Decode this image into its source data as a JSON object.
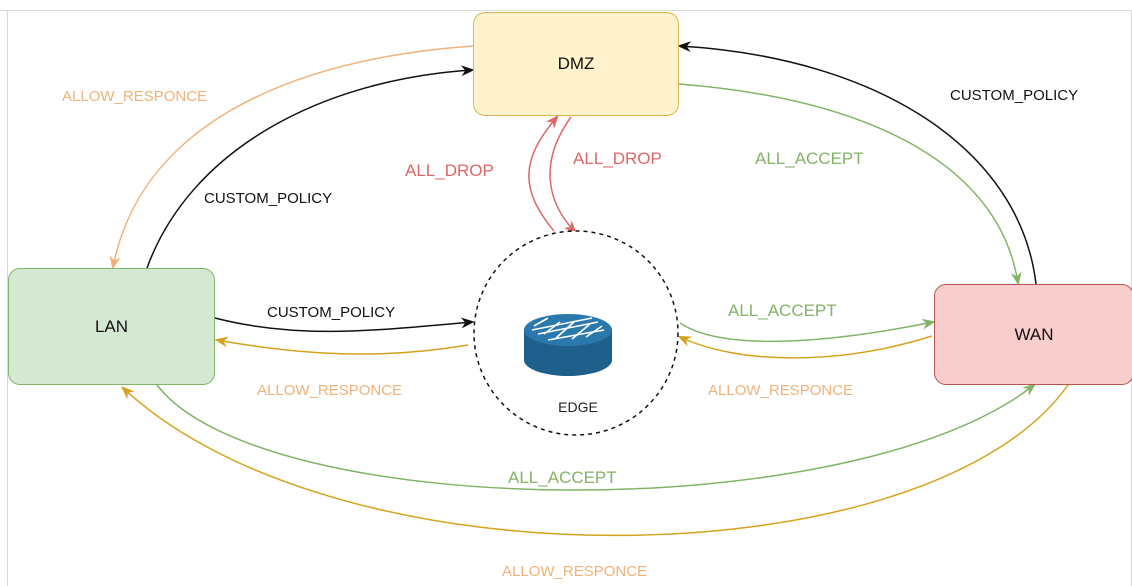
{
  "nodes": {
    "dmz": "DMZ",
    "lan": "LAN",
    "wan": "WAN",
    "edge": "EDGE"
  },
  "labels": {
    "dmz_to_lan": "ALLOW_RESPONCE",
    "lan_to_dmz": "CUSTOM_POLICY",
    "edge_to_dmz": "ALL_DROP",
    "dmz_to_edge": "ALL_DROP",
    "dmz_to_wan": "ALL_ACCEPT",
    "wan_to_dmz": "CUSTOM_POLICY",
    "lan_to_edge": "CUSTOM_POLICY",
    "edge_to_lan": "ALLOW_RESPONCE",
    "edge_to_wan": "ALL_ACCEPT",
    "wan_to_edge": "ALLOW_RESPONCE",
    "lan_to_wan": "ALL_ACCEPT",
    "wan_to_lan": "ALLOW_RESPONCE"
  },
  "colors": {
    "black": "#111111",
    "green": "#82b366",
    "orange": "#f0b27a",
    "amber": "#d6a21c",
    "red": "#e06666",
    "router_blue": "#1f5f8b"
  },
  "icons": {
    "edge": "router-icon"
  }
}
